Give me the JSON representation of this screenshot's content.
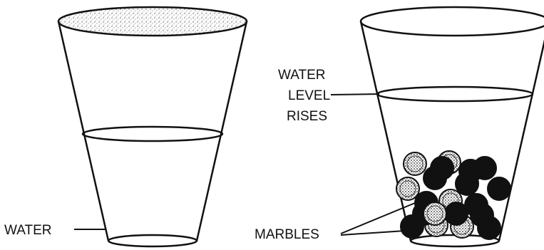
{
  "labels": {
    "water": "WATER",
    "water_level_rises": [
      "WATER",
      "LEVEL",
      "RISES"
    ],
    "marbles": "MARBLES"
  },
  "colors": {
    "ink": "#111111",
    "background": "#ffffff",
    "stipple": "#555555"
  },
  "marbles": [
    {
      "kind": "dotted"
    },
    {
      "kind": "dotted"
    },
    {
      "kind": "dark"
    },
    {
      "kind": "dark"
    },
    {
      "kind": "dark"
    },
    {
      "kind": "dotted"
    },
    {
      "kind": "dark"
    },
    {
      "kind": "dark"
    },
    {
      "kind": "dotted"
    },
    {
      "kind": "dark"
    },
    {
      "kind": "dark"
    },
    {
      "kind": "dotted"
    },
    {
      "kind": "dotted"
    },
    {
      "kind": "dark"
    },
    {
      "kind": "dark"
    },
    {
      "kind": "dark"
    },
    {
      "kind": "dark"
    },
    {
      "kind": "dark"
    },
    {
      "kind": "dark"
    },
    {
      "kind": "dotted"
    }
  ]
}
